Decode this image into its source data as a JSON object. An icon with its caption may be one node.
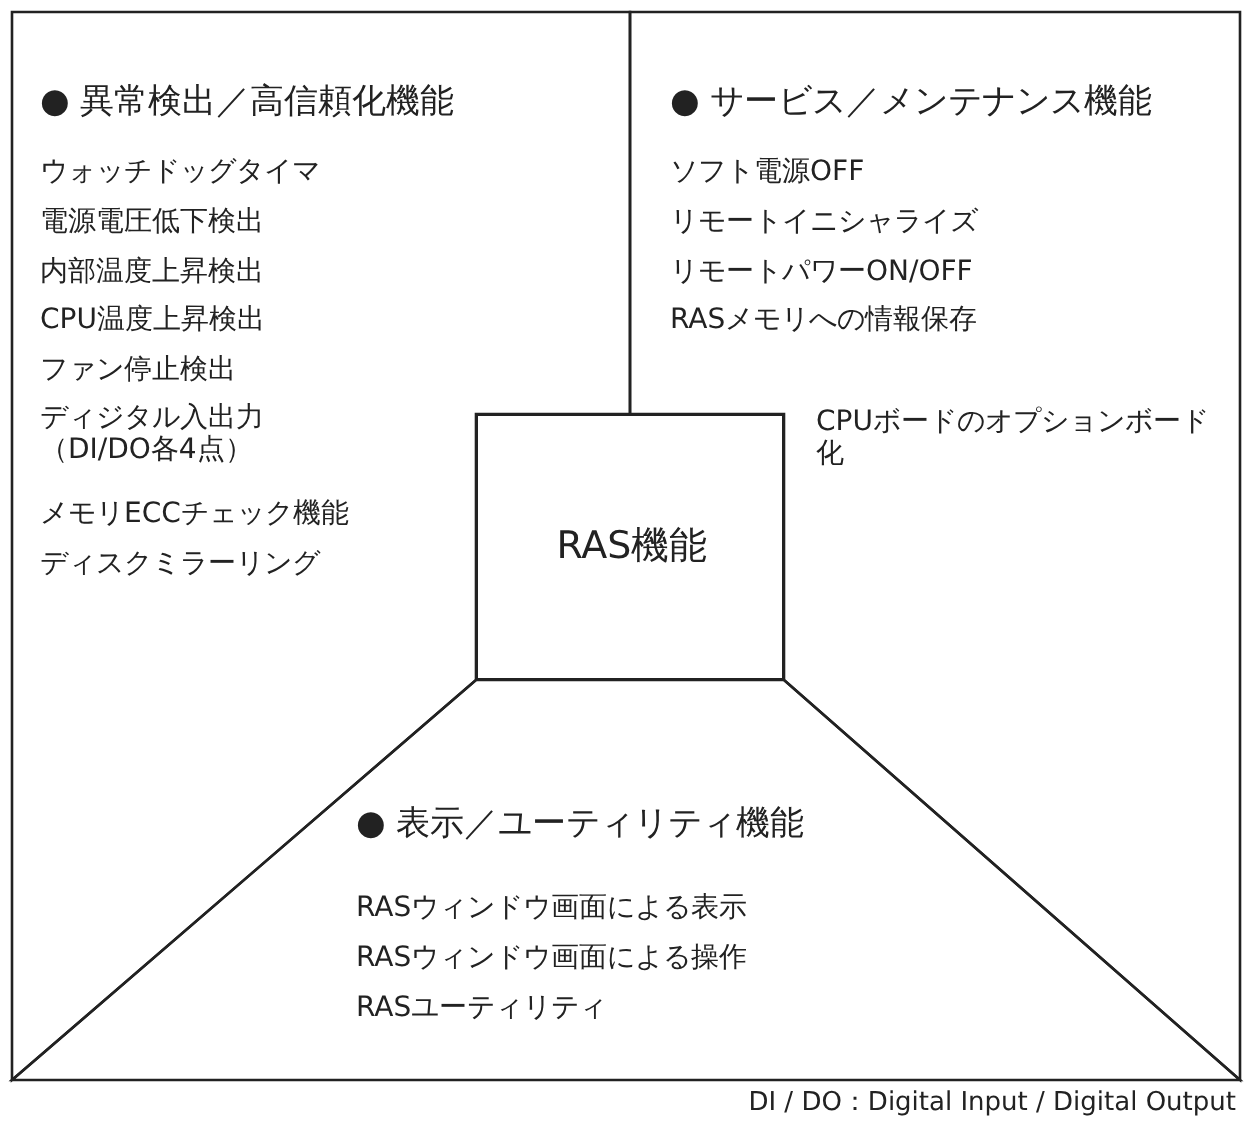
{
  "diagram": {
    "nodes": [
      {
        "text": [
          "● 異常検出／高信頼化機能",
          "ウォッチドッグタイマ",
          "電源電圧低下検出",
          "内部温度上昇検出",
          "CPU温度上昇検出",
          "ファン停止検出",
          "ディジタル入出力（DI/DO各4点）",
          "メモリECCチェック機能",
          "ディスクミラーリング"
        ]
      },
      {
        "text": [
          "● サービス／メンテナンス機能",
          "ソフト電源OFF",
          "リモートイニシャライズ",
          "リモートパワーON/OFF",
          "RASメモリへの情報保存",
          "CPUボードのオプションボード化"
        ]
      },
      {
        "text": [
          "RAS機能"
        ]
      },
      {
        "text": [
          "● 表示／ユーティリティ機能",
          "RASウィンドウ画面による表示",
          "RASウィンドウ画面による操作",
          "RASユーティリティ"
        ]
      }
    ],
    "labels": [
      "DI / DO：Digital Input / Digital Output"
    ]
  }
}
